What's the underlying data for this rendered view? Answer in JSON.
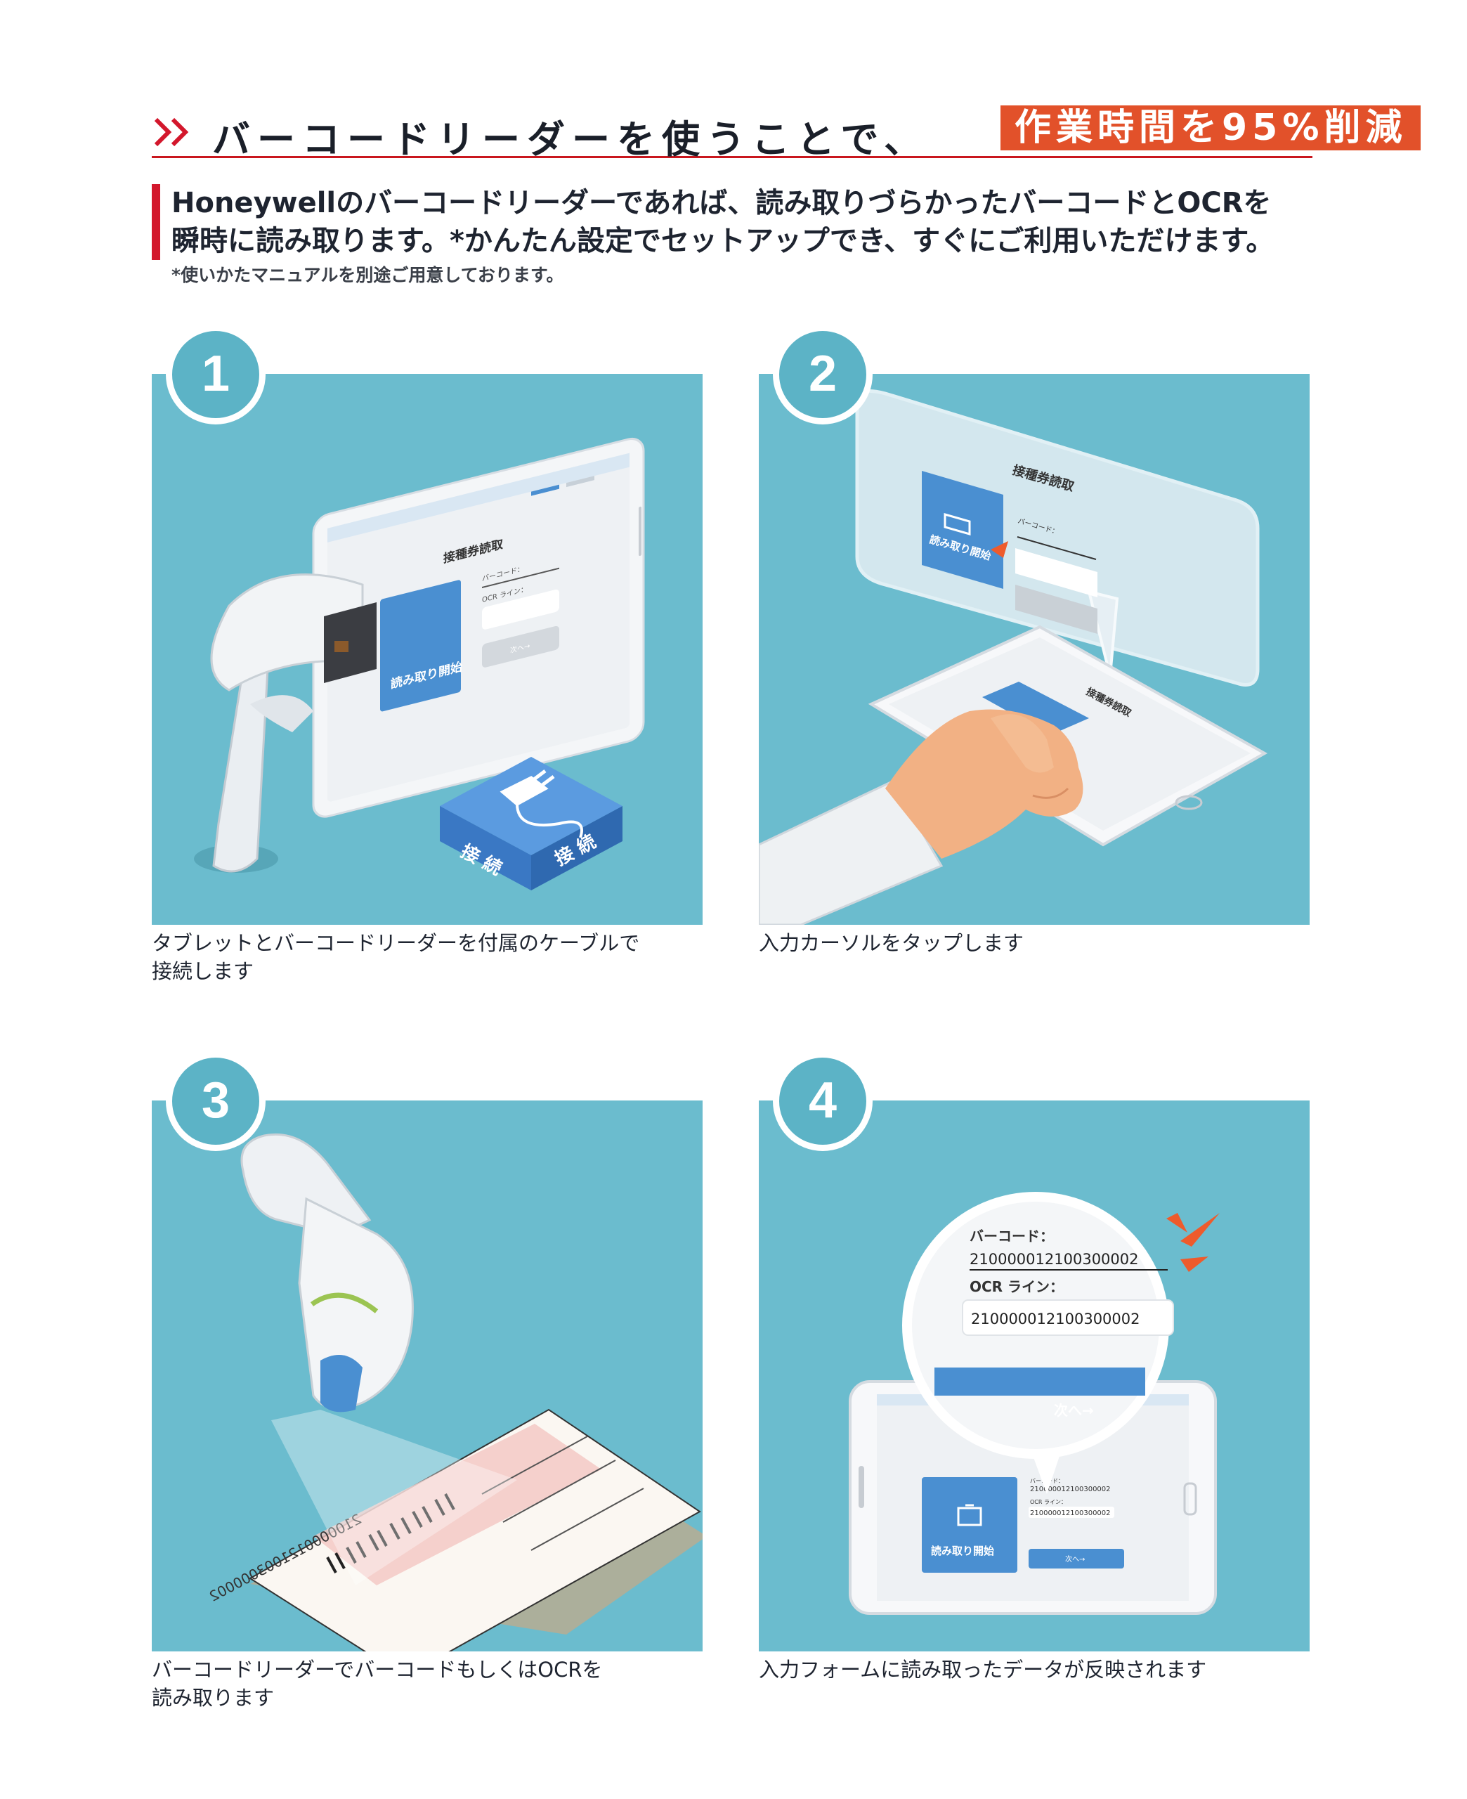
{
  "header": {
    "title": "バーコードリーダーを使うことで、",
    "highlight": "作業時間を95%削減"
  },
  "lead": {
    "line1": "Honeywellのバーコードリーダーであれば、読み取りづらかったバーコードとOCRを",
    "line2": "瞬時に読み取ります。*かんたん設定でセットアップでき、すぐにご利用いただけます。"
  },
  "note": "*使いかたマニュアルを別途ご用意しております。",
  "app": {
    "form_title": "接種券読取",
    "barcode_label": "バーコード：",
    "ocr_label": "OCR ライン：",
    "start_button": "読み取り開始",
    "next_button": "次へ→",
    "barcode_value": "210000012100300002",
    "ocr_value": "210000012100300002"
  },
  "connector": {
    "label_1": "接 続",
    "label_2": "接 続"
  },
  "ticket": {
    "number": "2100000121003000002"
  },
  "steps": [
    {
      "number": "1",
      "caption_line1": "タブレットとバーコードリーダーを付属のケーブルで",
      "caption_line2": "接続します"
    },
    {
      "number": "2",
      "caption_line1": "入力カーソルをタップします",
      "caption_line2": ""
    },
    {
      "number": "3",
      "caption_line1": "バーコードリーダーでバーコードもしくはOCRを",
      "caption_line2": "読み取ります"
    },
    {
      "number": "4",
      "caption_line1": "入力フォームに読み取ったデータが反映されます",
      "caption_line2": ""
    }
  ],
  "colors": {
    "panel": "#6bbcce",
    "accent_red": "#d3172c",
    "highlight": "#e2512a",
    "app_blue": "#4a8fd1"
  }
}
